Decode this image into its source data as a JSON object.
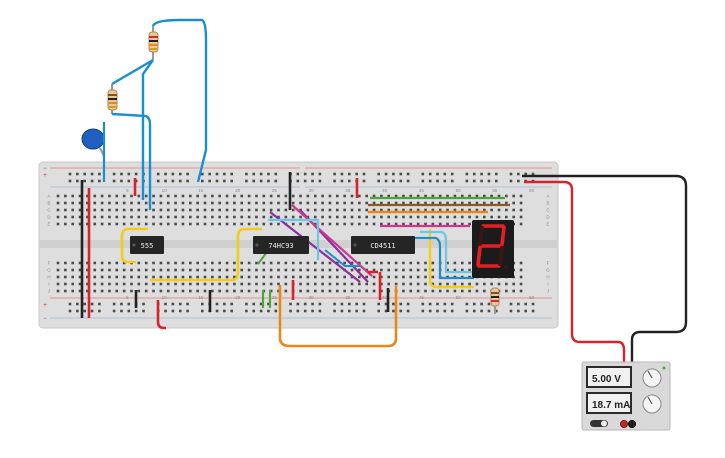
{
  "chips": {
    "timer": "555",
    "counter": "74HC93",
    "decoder": "CD4511"
  },
  "display": {
    "digit": "2"
  },
  "breadboard": {
    "column_labels": [
      "5",
      "10",
      "15",
      "20",
      "25",
      "30",
      "35",
      "40",
      "45",
      "50",
      "55",
      "60"
    ],
    "row_labels_top": [
      "A",
      "B",
      "C",
      "D",
      "E"
    ],
    "row_labels_bottom": [
      "F",
      "G",
      "H",
      "I",
      "J"
    ],
    "rail_plus": "+",
    "rail_minus": "−"
  },
  "power_supply": {
    "voltage": "5.00 V",
    "current": "18.7 mA"
  },
  "colors": {
    "breadboard": "#dcdcdc",
    "rail_red": "#d9232a",
    "wire_blue": "#1a8fd0",
    "wire_yellow": "#f4cc1a",
    "wire_orange": "#e9891c",
    "wire_green": "#4aa83a",
    "wire_purple": "#8a2ea0",
    "wire_pink": "#c93a8c",
    "wire_black": "#222222",
    "wire_lightblue": "#6ec6e6",
    "segment_on": "#e81e25",
    "segment_off": "#3a1616"
  }
}
